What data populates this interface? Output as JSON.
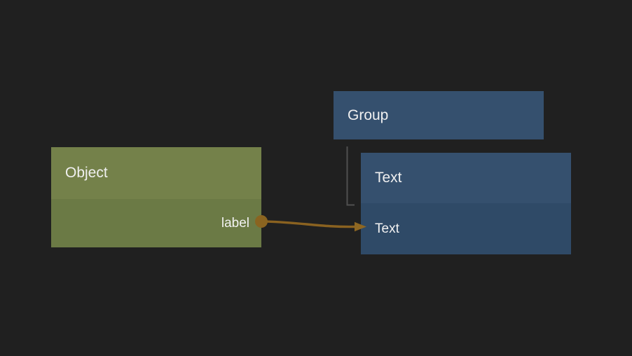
{
  "canvas": {
    "background": "#202020",
    "text_color": "#F0F0F0"
  },
  "nodes": [
    {
      "id": "object",
      "title": "Object",
      "colors": {
        "header": "#74814A",
        "body": "#6B7A45"
      },
      "outputs": [
        {
          "label": "label"
        }
      ]
    },
    {
      "id": "group",
      "title": "Group",
      "colors": {
        "header": "#35506E"
      }
    },
    {
      "id": "text",
      "title": "Text",
      "colors": {
        "header": "#35506E",
        "body": "#2F4A67"
      },
      "rows": [
        {
          "label": "Text"
        }
      ]
    }
  ],
  "edges": {
    "wire": {
      "from": "Object.label",
      "to": "Text.Text",
      "color": "#8A6220",
      "arrow_color": "#8E6722",
      "port_color": "#8A6420"
    },
    "hierarchy": {
      "from": "Group",
      "to": "Text",
      "color": "#4F4F4F"
    }
  }
}
